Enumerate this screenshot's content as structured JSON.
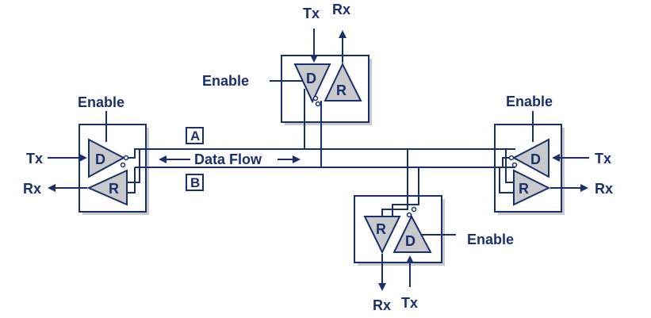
{
  "colors": {
    "line": "#1a2f6e",
    "text": "#1a2f6e",
    "triangle_fill": "#c8c9cb",
    "box_shadow": "#c8c9cb"
  },
  "labels": {
    "data_flow": "Data Flow",
    "line_a": "A",
    "line_b": "B",
    "driver": "D",
    "receiver": "R"
  },
  "transceivers": {
    "left": {
      "enable": "Enable",
      "tx": "Tx",
      "rx": "Rx"
    },
    "top": {
      "enable": "Enable",
      "tx": "Tx",
      "rx": "Rx"
    },
    "right": {
      "enable": "Enable",
      "tx": "Tx",
      "rx": "Rx"
    },
    "bottom": {
      "enable": "Enable",
      "tx": "Tx",
      "rx": "Rx"
    }
  }
}
